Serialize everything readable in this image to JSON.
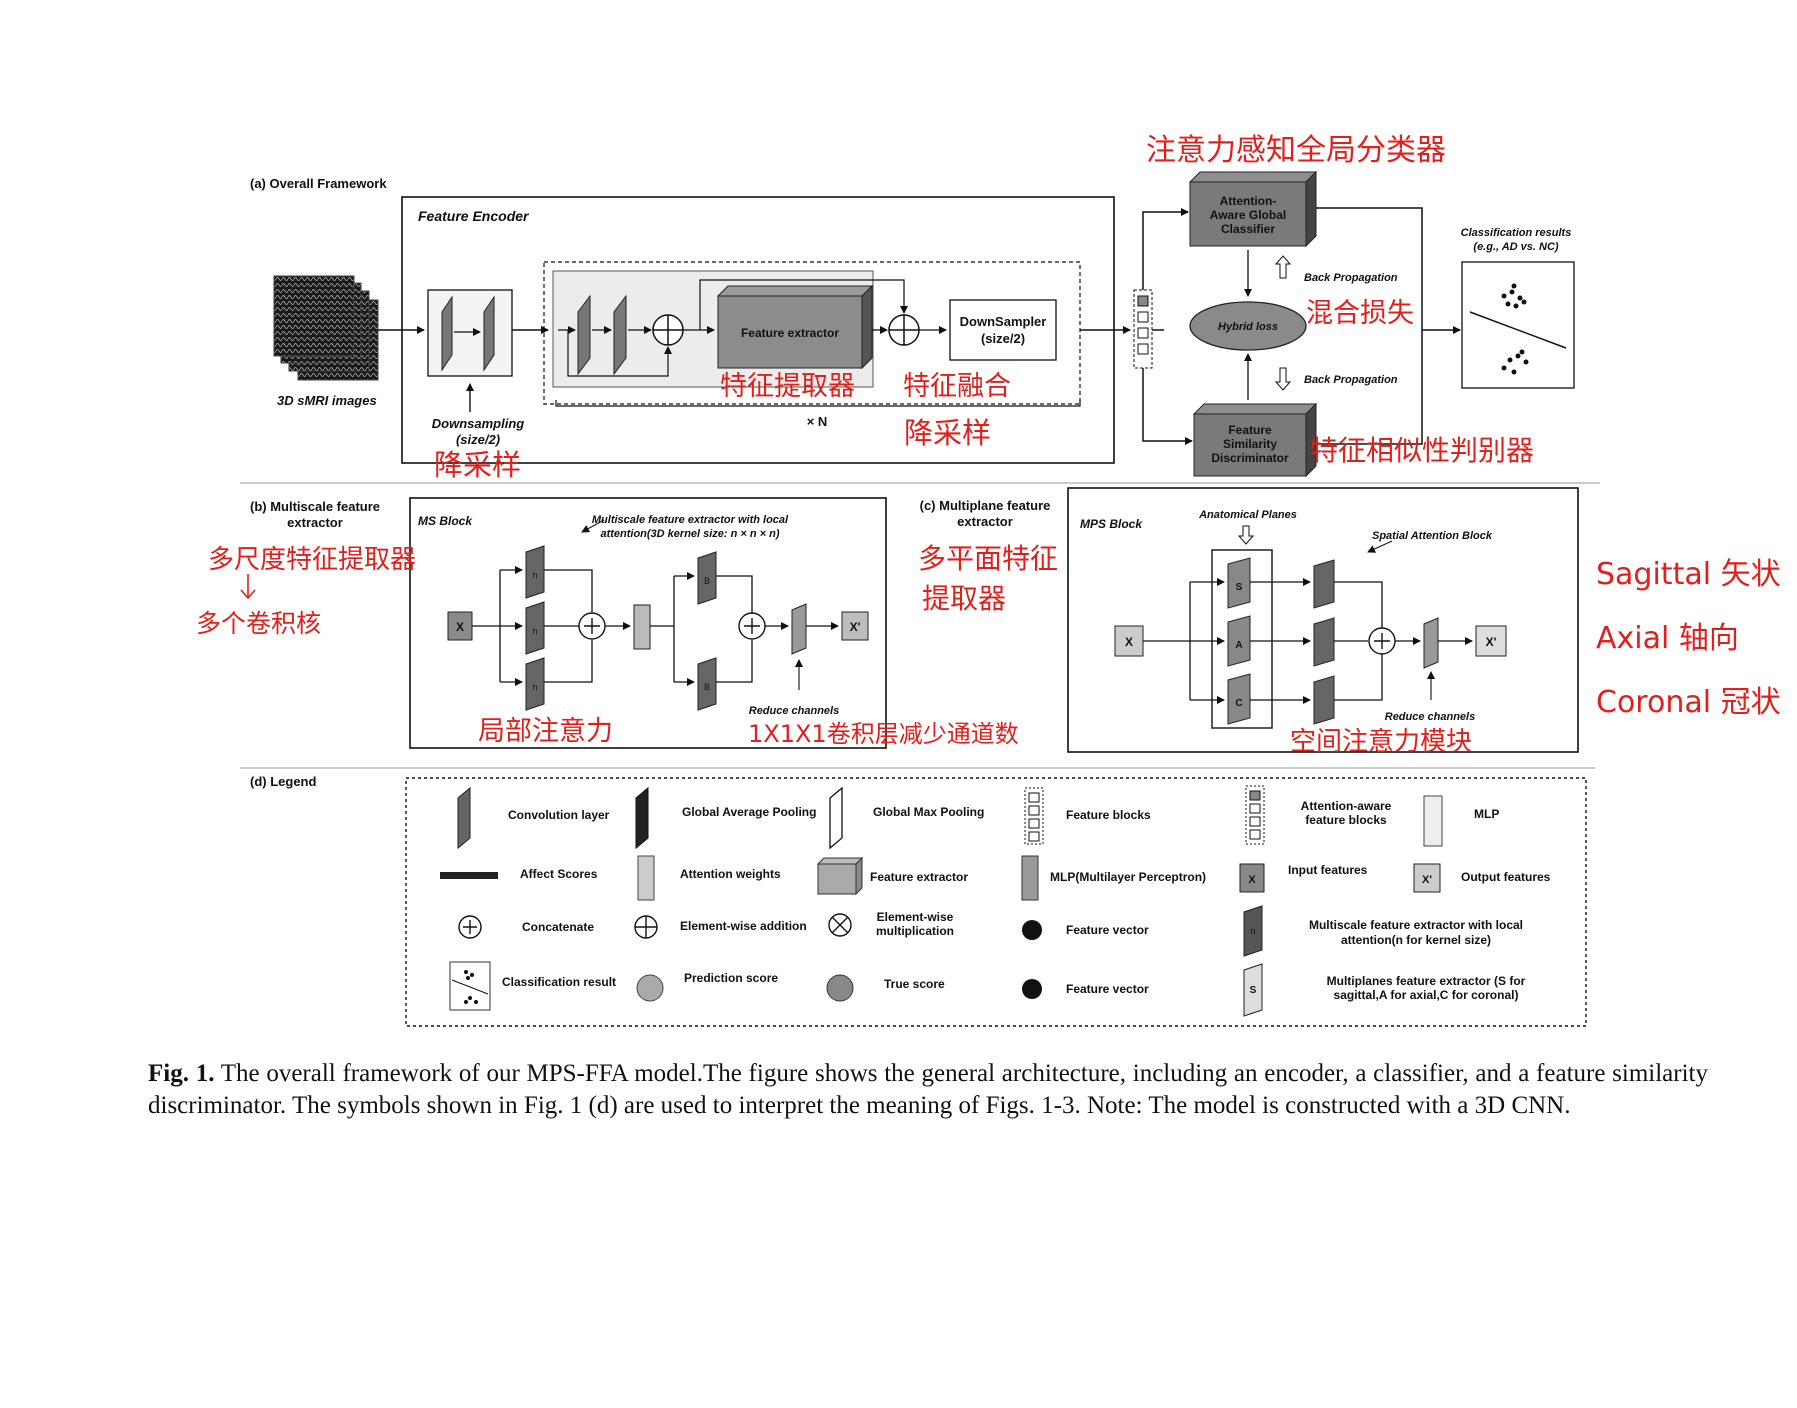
{
  "panel_a": {
    "title": "(a) Overall Framework",
    "encoder_label": "Feature Encoder",
    "input_label": "3D sMRI images",
    "downsampling_label": [
      "Downsampling",
      "(size/2)"
    ],
    "feature_extractor": "Feature extractor",
    "downsampler": [
      "DownSampler",
      "(size/2)"
    ],
    "repeat_label": "× N",
    "classifier": [
      "Attention-",
      "Aware Global",
      "Classifier"
    ],
    "hybrid_loss": "Hybrid loss",
    "back_prop_1": "Back Propagation",
    "back_prop_2": "Back Propagation",
    "discriminator": [
      "Feature",
      "Similarity",
      "Discriminator"
    ],
    "results_label": [
      "Classification results",
      "(e.g., AD vs. NC)"
    ]
  },
  "panel_b": {
    "title": [
      "(b) Multiscale feature",
      "extractor"
    ],
    "block_label": "MS Block",
    "note": [
      "Multiscale feature extractor with local",
      "attention(3D kernel size: n × n × n)"
    ],
    "reduce_label": "Reduce channels",
    "input_sym": "X",
    "output_sym": "X'",
    "conv_letter": "n",
    "attn_letter": "B"
  },
  "panel_c": {
    "title": [
      "(c) Multiplane feature",
      "extractor"
    ],
    "block_label": "MPS Block",
    "planes_label": "Anatomical Planes",
    "spatial_label": "Spatial Attention Block",
    "reduce_label": "Reduce channels",
    "plane_letters": [
      "S",
      "A",
      "C"
    ],
    "input_sym": "X",
    "output_sym": "X'"
  },
  "panel_d": {
    "title": "(d) Legend",
    "items": [
      {
        "icon": "convolution-layer",
        "label": [
          "Convolution layer"
        ]
      },
      {
        "icon": "global-average-pooling",
        "label": [
          "Global Average Pooling"
        ]
      },
      {
        "icon": "global-max-pooling",
        "label": [
          "Global Max Pooling"
        ]
      },
      {
        "icon": "feature-blocks",
        "label": [
          "Feature blocks"
        ]
      },
      {
        "icon": "attention-aware-feature-blocks",
        "label": [
          "Attention-aware",
          "feature blocks"
        ]
      },
      {
        "icon": "mlp",
        "label": [
          "MLP"
        ]
      },
      {
        "icon": "affect-scores",
        "label": [
          "Affect Scores"
        ]
      },
      {
        "icon": "attention-weights",
        "label": [
          "Attention weights"
        ]
      },
      {
        "icon": "feature-extractor",
        "label": [
          "Feature extractor"
        ]
      },
      {
        "icon": "mlp-perceptron",
        "label": [
          "MLP(Multilayer Perceptron)"
        ]
      },
      {
        "icon": "input-features",
        "label": [
          "Input features"
        ],
        "sym": "X"
      },
      {
        "icon": "output-features",
        "label": [
          "Output features"
        ],
        "sym": "X'"
      },
      {
        "icon": "concatenate",
        "label": [
          "Concatenate"
        ]
      },
      {
        "icon": "element-wise-addition",
        "label": [
          "Element-wise addition"
        ]
      },
      {
        "icon": "element-wise-multiplication",
        "label": [
          "Element-wise",
          "multiplication"
        ]
      },
      {
        "icon": "feature-vector",
        "label": [
          "Feature vector"
        ]
      },
      {
        "icon": "multiscale-extractor",
        "label": [
          "Multiscale feature extractor with local",
          "attention(n for kernel size)"
        ],
        "sym": "n"
      },
      {
        "icon": "classification-result",
        "label": [
          "Classification result"
        ]
      },
      {
        "icon": "prediction-score",
        "label": [
          "Prediction score"
        ]
      },
      {
        "icon": "true-score",
        "label": [
          "True score"
        ]
      },
      {
        "icon": "feature-vector",
        "label": [
          "Feature vector"
        ]
      },
      {
        "icon": "multiplanes-extractor",
        "label": [
          "Multiplanes feature extractor (S for",
          "sagittal,A for axial,C for coronal)"
        ],
        "sym": "S"
      }
    ]
  },
  "annotations": {
    "classifier": "注意力感知全局分类器",
    "hybrid_loss": "混合损失",
    "feature_extractor": "特征提取器",
    "feature_fusion": "特征融合",
    "downsample_1": "降采样",
    "downsample_2": "降采样",
    "discriminator": "特征相似性判别器",
    "multiscale_1": "多尺度特征提取器",
    "multiscale_2": "多个卷积核",
    "multiplane": [
      "多平面特征",
      "提取器"
    ],
    "local_attention": "局部注意力",
    "reduce_channels": "1X1X1卷积层减少通道数",
    "spatial_attention": "空间注意力模块",
    "sagittal": "Sagittal 矢状",
    "axial": "Axial 轴向",
    "coronal": "Coronal 冠状"
  },
  "caption": {
    "label": "Fig. 1.",
    "text": " The overall framework of our MPS-FFA model.The figure shows the general architecture, including an encoder, a classifier, and a feature similarity discriminator. The symbols shown in Fig. 1 (d) are used to interpret the meaning of Figs. 1-3. Note: The model is constructed with a 3D CNN."
  }
}
